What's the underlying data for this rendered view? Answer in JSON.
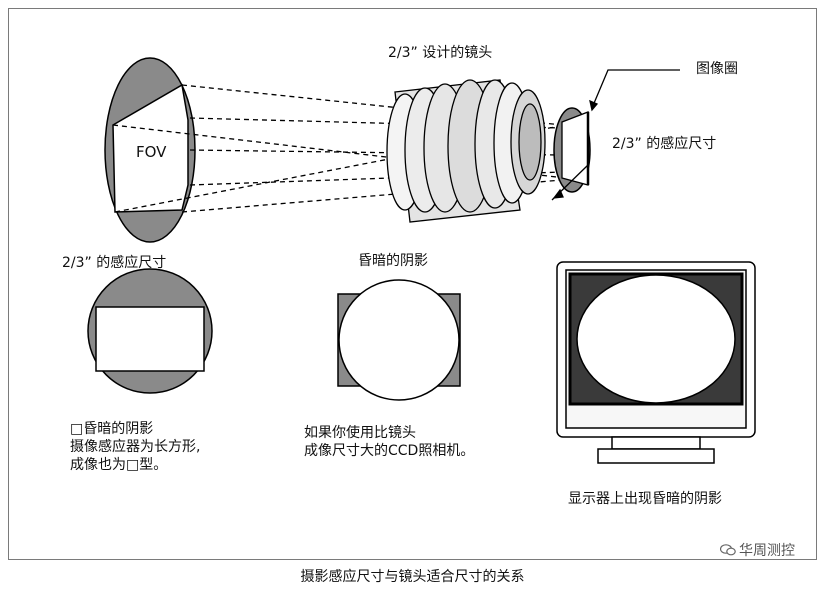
{
  "labels": {
    "lens_title": "2/3” 设计的镜头",
    "image_circle": "图像圈",
    "sensor_size_right": "2/3” 的感应尺寸",
    "fov": "FOV",
    "sensor_size_left": "2/3” 的感应尺寸",
    "vignette_title": "昏暗的阴影",
    "note1_line1": "□昏暗的阴影",
    "note1_line2": "摄像感应器为长方形,",
    "note1_line3": "成像也为□型。",
    "note2_line1": "如果你使用比镜头",
    "note2_line2": "成像尺寸大的CCD照相机。",
    "monitor_caption": "显示器上出现昏暗的阴影",
    "watermark": "华周测控",
    "caption": "摄影感应尺寸与镜头适合尺寸的关系"
  },
  "colors": {
    "gray_fill": "#8a8a8a",
    "dark_fill": "#3a3a3a",
    "line": "#000000",
    "frame": "#7a7a7a"
  },
  "icons": [
    "wechat-icon"
  ]
}
